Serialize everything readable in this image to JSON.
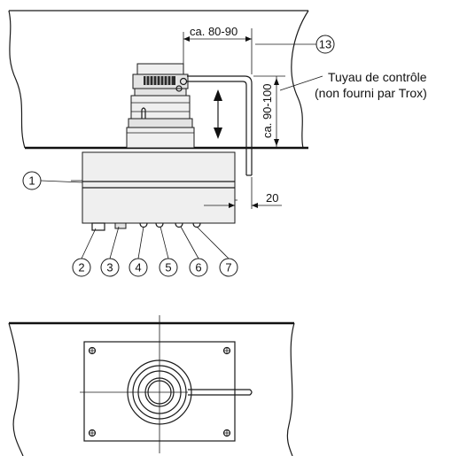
{
  "labels": {
    "pipe_label_line1": "Tuyau de contrôle",
    "pipe_label_line2": "(non fourni par Trox)",
    "dim_top": "ca. 80-90",
    "dim_vertical": "ca. 90-100",
    "dim_right": "20"
  },
  "callouts": [
    "1",
    "2",
    "3",
    "4",
    "5",
    "6",
    "7",
    "13"
  ]
}
